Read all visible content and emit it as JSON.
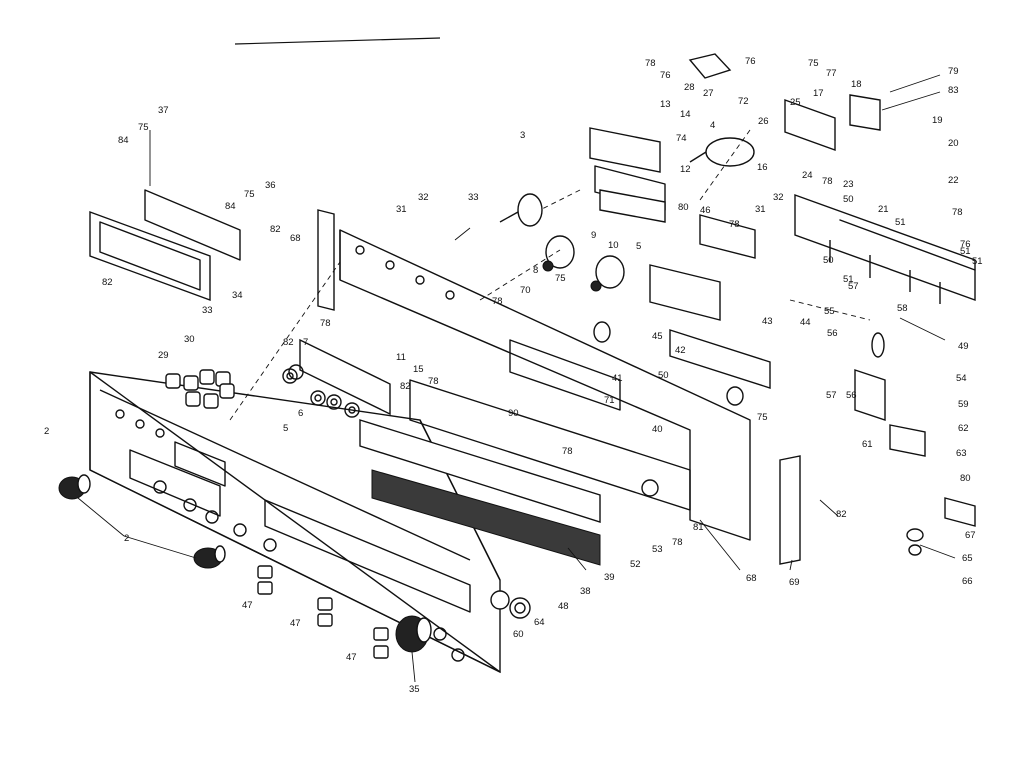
{
  "diagram": {
    "side_mark": "2",
    "labels": [
      {
        "id": "78",
        "text": "78"
      },
      {
        "id": "76",
        "text": "76"
      },
      {
        "id": "28",
        "text": "28"
      },
      {
        "id": "76b",
        "text": "76"
      },
      {
        "id": "75",
        "text": "75"
      },
      {
        "id": "77",
        "text": "77"
      },
      {
        "id": "72",
        "text": "72"
      },
      {
        "id": "27",
        "text": "27"
      },
      {
        "id": "18",
        "text": "18"
      },
      {
        "id": "79",
        "text": "79"
      },
      {
        "id": "83",
        "text": "83"
      },
      {
        "id": "25",
        "text": "25"
      },
      {
        "id": "17",
        "text": "17"
      },
      {
        "id": "19",
        "text": "19"
      },
      {
        "id": "26",
        "text": "26"
      },
      {
        "id": "13",
        "text": "13"
      },
      {
        "id": "14",
        "text": "14"
      },
      {
        "id": "74",
        "text": "74"
      },
      {
        "id": "4",
        "text": "4"
      },
      {
        "id": "16",
        "text": "16"
      },
      {
        "id": "20",
        "text": "20"
      },
      {
        "id": "24",
        "text": "24"
      },
      {
        "id": "78c",
        "text": "78"
      },
      {
        "id": "23",
        "text": "23"
      },
      {
        "id": "22",
        "text": "22"
      },
      {
        "id": "21",
        "text": "21"
      },
      {
        "id": "78d",
        "text": "78"
      },
      {
        "id": "3",
        "text": "3"
      },
      {
        "id": "12",
        "text": "12"
      },
      {
        "id": "37",
        "text": "37"
      },
      {
        "id": "75b",
        "text": "75"
      },
      {
        "id": "84",
        "text": "84"
      },
      {
        "id": "36",
        "text": "36"
      },
      {
        "id": "75c",
        "text": "75"
      },
      {
        "id": "84b",
        "text": "84"
      },
      {
        "id": "82",
        "text": "82"
      },
      {
        "id": "68",
        "text": "68"
      },
      {
        "id": "31",
        "text": "31"
      },
      {
        "id": "32",
        "text": "32"
      },
      {
        "id": "33",
        "text": "33"
      },
      {
        "id": "80",
        "text": "80"
      },
      {
        "id": "46",
        "text": "46"
      },
      {
        "id": "78e",
        "text": "78"
      },
      {
        "id": "31b",
        "text": "31"
      },
      {
        "id": "32b",
        "text": "32"
      },
      {
        "id": "50",
        "text": "50"
      },
      {
        "id": "51",
        "text": "51"
      },
      {
        "id": "51b",
        "text": "51"
      },
      {
        "id": "76c",
        "text": "76"
      },
      {
        "id": "9",
        "text": "9"
      },
      {
        "id": "10",
        "text": "10"
      },
      {
        "id": "8",
        "text": "8"
      },
      {
        "id": "75d",
        "text": "75"
      },
      {
        "id": "5",
        "text": "5"
      },
      {
        "id": "50b",
        "text": "50"
      },
      {
        "id": "51c",
        "text": "51"
      },
      {
        "id": "51d",
        "text": "51"
      },
      {
        "id": "82b",
        "text": "82"
      },
      {
        "id": "34",
        "text": "34"
      },
      {
        "id": "33b",
        "text": "33"
      },
      {
        "id": "70",
        "text": "70"
      },
      {
        "id": "78f",
        "text": "78"
      },
      {
        "id": "57",
        "text": "57"
      },
      {
        "id": "55",
        "text": "55"
      },
      {
        "id": "58",
        "text": "58"
      },
      {
        "id": "56",
        "text": "56"
      },
      {
        "id": "49",
        "text": "49"
      },
      {
        "id": "30",
        "text": "30"
      },
      {
        "id": "29",
        "text": "29"
      },
      {
        "id": "82c",
        "text": "82"
      },
      {
        "id": "7",
        "text": "7"
      },
      {
        "id": "78g",
        "text": "78"
      },
      {
        "id": "11",
        "text": "11"
      },
      {
        "id": "15",
        "text": "15"
      },
      {
        "id": "45",
        "text": "45"
      },
      {
        "id": "42",
        "text": "42"
      },
      {
        "id": "43",
        "text": "43"
      },
      {
        "id": "44",
        "text": "44"
      },
      {
        "id": "41",
        "text": "41"
      },
      {
        "id": "50c",
        "text": "50"
      },
      {
        "id": "54",
        "text": "54"
      },
      {
        "id": "57b",
        "text": "57"
      },
      {
        "id": "56b",
        "text": "56"
      },
      {
        "id": "59",
        "text": "59"
      },
      {
        "id": "78h",
        "text": "78"
      },
      {
        "id": "82d",
        "text": "82"
      },
      {
        "id": "71",
        "text": "71"
      },
      {
        "id": "6",
        "text": "6"
      },
      {
        "id": "90",
        "text": "90"
      },
      {
        "id": "40",
        "text": "40"
      },
      {
        "id": "75e",
        "text": "75"
      },
      {
        "id": "62",
        "text": "62"
      },
      {
        "id": "5b",
        "text": "5"
      },
      {
        "id": "78i",
        "text": "78"
      },
      {
        "id": "61",
        "text": "61"
      },
      {
        "id": "63",
        "text": "63"
      },
      {
        "id": "80b",
        "text": "80"
      },
      {
        "id": "2",
        "text": "2"
      },
      {
        "id": "82e",
        "text": "82"
      },
      {
        "id": "67",
        "text": "67"
      },
      {
        "id": "65",
        "text": "65"
      },
      {
        "id": "66",
        "text": "66"
      },
      {
        "id": "52",
        "text": "52"
      },
      {
        "id": "53",
        "text": "53"
      },
      {
        "id": "78j",
        "text": "78"
      },
      {
        "id": "81",
        "text": "81"
      },
      {
        "id": "39",
        "text": "39"
      },
      {
        "id": "38",
        "text": "38"
      },
      {
        "id": "48",
        "text": "48"
      },
      {
        "id": "47",
        "text": "47"
      },
      {
        "id": "47b",
        "text": "47"
      },
      {
        "id": "47c",
        "text": "47"
      },
      {
        "id": "60",
        "text": "60"
      },
      {
        "id": "64",
        "text": "64"
      },
      {
        "id": "35",
        "text": "35"
      },
      {
        "id": "68b",
        "text": "68"
      },
      {
        "id": "69",
        "text": "69"
      }
    ]
  }
}
